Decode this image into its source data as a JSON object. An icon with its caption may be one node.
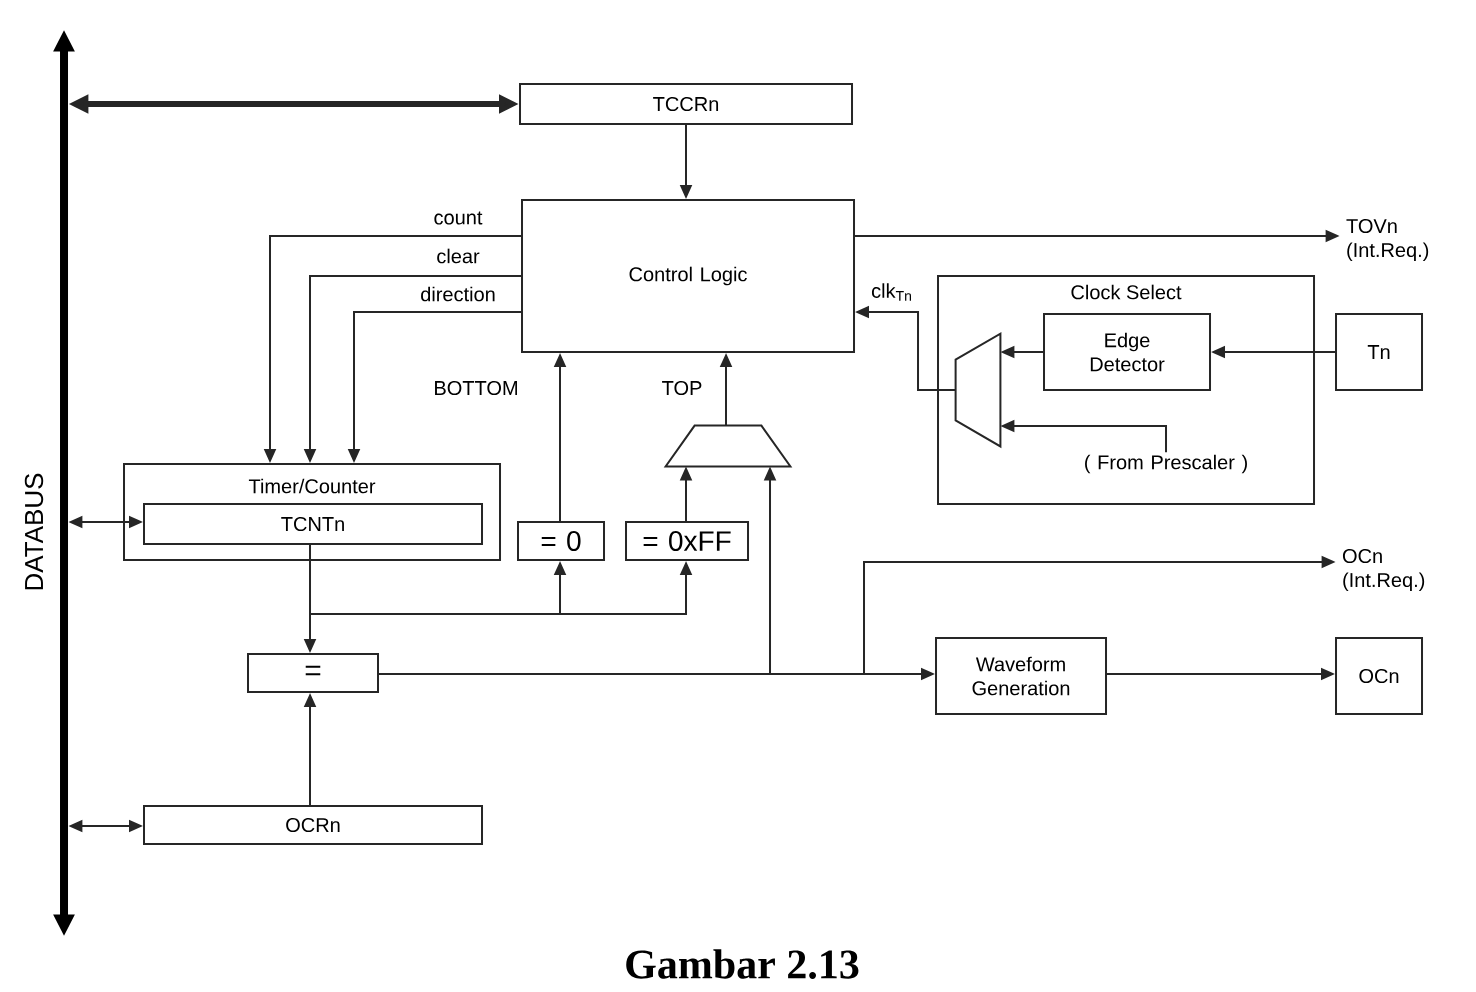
{
  "diagram": {
    "caption": "Gambar 2.13",
    "nodes": [
      {
        "text": [],
        "shape": "bar",
        "beside": [
          "DATABUS"
        ]
      },
      {
        "text": [
          "TCCRn"
        ]
      },
      {
        "text": [
          "Control Logic"
        ]
      },
      {
        "text": [
          "Timer/Counter"
        ]
      },
      {
        "text": [
          "TCNTn"
        ],
        "in": 3
      },
      {
        "text": [
          "= 0"
        ]
      },
      {
        "text": [
          "= 0xFF"
        ]
      },
      {
        "text": [],
        "shape": "trapezoid"
      },
      {
        "text": [
          "="
        ]
      },
      {
        "text": [
          "OCRn"
        ]
      },
      {
        "text": [
          "Clock Select"
        ]
      },
      {
        "text": [
          "Edge Detector"
        ],
        "in": 10
      },
      {
        "text": [],
        "shape": "trapezoid",
        "in": 10
      },
      {
        "text": [
          "( From Prescaler )"
        ],
        "in": 10
      },
      {
        "text": [
          "Tn"
        ]
      },
      {
        "text": [
          "Waveform Generation"
        ]
      },
      {
        "text": [
          "OCn"
        ]
      },
      {
        "text": [
          "TOVn (Int.Req.)"
        ]
      },
      {
        "text": [
          "OCn (Int.Req.)"
        ]
      }
    ],
    "edges": [
      {
        "from": 0,
        "to": 1,
        "arrow": "both",
        "style": "thick"
      },
      {
        "from": 1,
        "to": 2,
        "arrow": "to"
      },
      {
        "from": 2,
        "to": 3,
        "arrow": "to",
        "label": "count"
      },
      {
        "from": 2,
        "to": 3,
        "arrow": "to",
        "label": "clear"
      },
      {
        "from": 2,
        "to": 3,
        "arrow": "to",
        "label": "direction"
      },
      {
        "from": 2,
        "to": 17,
        "arrow": "to"
      },
      {
        "from": 0,
        "to": 4,
        "arrow": "both"
      },
      {
        "from": 4,
        "to": 8,
        "arrow": "to"
      },
      {
        "from": 4,
        "to": 5,
        "arrow": "to"
      },
      {
        "from": 4,
        "to": 6,
        "arrow": "to"
      },
      {
        "from": 5,
        "to": 2,
        "arrow": "to",
        "label": "BOTTOM"
      },
      {
        "from": 6,
        "to": 7,
        "arrow": "to"
      },
      {
        "from": 7,
        "to": 2,
        "arrow": "to",
        "label": "TOP"
      },
      {
        "from": 9,
        "to": 8,
        "arrow": "to"
      },
      {
        "from": 0,
        "to": 9,
        "arrow": "both"
      },
      {
        "from": 8,
        "to": 7,
        "arrow": "to"
      },
      {
        "from": 8,
        "to": 18,
        "arrow": "to"
      },
      {
        "from": 8,
        "to": 15,
        "arrow": "to"
      },
      {
        "from": 15,
        "to": 16,
        "arrow": "to"
      },
      {
        "from": 12,
        "to": 2,
        "arrow": "to",
        "label": "clk$_{Tn}$"
      },
      {
        "from": 11,
        "to": 12,
        "arrow": "to"
      },
      {
        "from": 14,
        "to": 11,
        "arrow": "to"
      },
      {
        "from": 13,
        "to": 12,
        "arrow": "to"
      }
    ]
  }
}
